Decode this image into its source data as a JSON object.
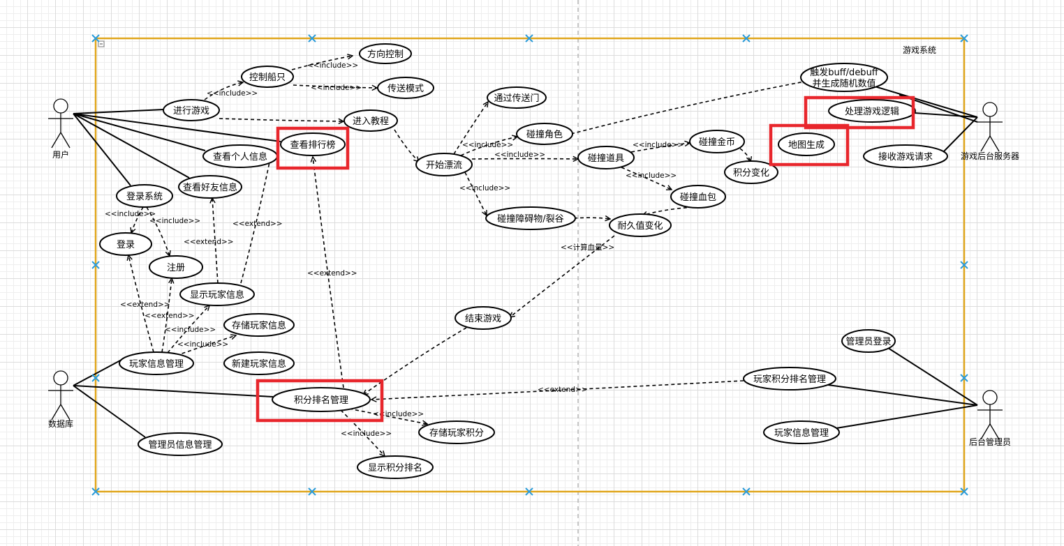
{
  "diagram": {
    "system_label": "游戏系统",
    "colors": {
      "boundary": "#e0a61c",
      "highlight": "#e8262c",
      "handle": "#2a9bd8"
    },
    "actors": [
      {
        "id": "user",
        "label": "用户"
      },
      {
        "id": "db",
        "label": "数据库"
      },
      {
        "id": "server",
        "label": "游戏后台服务器"
      },
      {
        "id": "admin",
        "label": "后台管理员"
      }
    ],
    "use_cases": [
      {
        "id": "play",
        "label": "进行游戏"
      },
      {
        "id": "ctrl_ship",
        "label": "控制船只"
      },
      {
        "id": "dir_ctrl",
        "label": "方向控制"
      },
      {
        "id": "teleport_mode",
        "label": "传送模式"
      },
      {
        "id": "tutorial",
        "label": "进入教程"
      },
      {
        "id": "rank_view",
        "label": "查看排行榜"
      },
      {
        "id": "profile",
        "label": "查看个人信息"
      },
      {
        "id": "friends",
        "label": "查看好友信息"
      },
      {
        "id": "login_sys",
        "label": "登录系统"
      },
      {
        "id": "login",
        "label": "登录"
      },
      {
        "id": "register",
        "label": "注册"
      },
      {
        "id": "show_player",
        "label": "显示玩家信息"
      },
      {
        "id": "store_player",
        "label": "存储玩家信息"
      },
      {
        "id": "new_player",
        "label": "新建玩家信息"
      },
      {
        "id": "player_mgmt",
        "label": "玩家信息管理"
      },
      {
        "id": "admin_mgmt",
        "label": "管理员信息管理"
      },
      {
        "id": "rank_mgmt",
        "label": "积分排名管理"
      },
      {
        "id": "store_score",
        "label": "存储玩家积分"
      },
      {
        "id": "show_rank",
        "label": "显示积分排名"
      },
      {
        "id": "end_game",
        "label": "结束游戏"
      },
      {
        "id": "rafting",
        "label": "开始漂流"
      },
      {
        "id": "portal",
        "label": "通过传送门"
      },
      {
        "id": "hit_char",
        "label": "碰撞角色"
      },
      {
        "id": "hit_item",
        "label": "碰撞道具"
      },
      {
        "id": "hit_obstacle",
        "label": "碰撞障碍物/裂谷"
      },
      {
        "id": "durability",
        "label": "耐久值变化"
      },
      {
        "id": "hit_coin",
        "label": "碰撞金币"
      },
      {
        "id": "score_change",
        "label": "积分变化"
      },
      {
        "id": "hit_health",
        "label": "碰撞血包"
      },
      {
        "id": "map_gen",
        "label": "地图生成"
      },
      {
        "id": "game_logic",
        "label": "处理游戏逻辑"
      },
      {
        "id": "buff",
        "label": "触发buff/debuff",
        "label2": "并生成随机数值"
      },
      {
        "id": "recv_req",
        "label": "接收游戏请求"
      },
      {
        "id": "admin_login",
        "label": "管理员登录"
      },
      {
        "id": "rank_mgmt_admin",
        "label": "玩家积分排名管理"
      },
      {
        "id": "player_mgmt_admin",
        "label": "玩家信息管理"
      }
    ],
    "relations": [
      {
        "from": "play",
        "to": "ctrl_ship",
        "label": "<<include>>"
      },
      {
        "from": "ctrl_ship",
        "to": "dir_ctrl",
        "label": "<<include>>"
      },
      {
        "from": "ctrl_ship",
        "to": "teleport_mode",
        "label": "<<include>>"
      },
      {
        "from": "play",
        "to": "tutorial",
        "label": ""
      },
      {
        "from": "tutorial",
        "to": "rafting",
        "label": ""
      },
      {
        "from": "rafting",
        "to": "portal",
        "label": ""
      },
      {
        "from": "rafting",
        "to": "hit_char",
        "label": "<<include>>"
      },
      {
        "from": "rafting",
        "to": "hit_item",
        "label": "<<include>>"
      },
      {
        "from": "rafting",
        "to": "hit_obstacle",
        "label": "<<include>>"
      },
      {
        "from": "hit_item",
        "to": "hit_coin",
        "label": "<<include>>"
      },
      {
        "from": "hit_item",
        "to": "hit_health",
        "label": "<<include>>"
      },
      {
        "from": "hit_coin",
        "to": "score_change",
        "label": ""
      },
      {
        "from": "hit_health",
        "to": "durability",
        "label": ""
      },
      {
        "from": "hit_obstacle",
        "to": "durability",
        "label": ""
      },
      {
        "from": "durability",
        "to": "end_game",
        "label": "<<计算血量>>"
      },
      {
        "from": "end_game",
        "to": "rank_mgmt",
        "label": ""
      },
      {
        "from": "rank_mgmt",
        "to": "rank_view",
        "label": "<<extend>>"
      },
      {
        "from": "rank_mgmt",
        "to": "store_score",
        "label": "<<include>>"
      },
      {
        "from": "rank_mgmt",
        "to": "show_rank",
        "label": "<<include>>"
      },
      {
        "from": "rank_mgmt_admin",
        "to": "rank_mgmt",
        "label": "<<extend>>"
      },
      {
        "from": "login_sys",
        "to": "login",
        "label": "<<include>>"
      },
      {
        "from": "login_sys",
        "to": "register",
        "label": "<<include>>"
      },
      {
        "from": "show_player",
        "to": "friends",
        "label": "<<extend>>"
      },
      {
        "from": "show_player",
        "to": "profile",
        "label": "<<extend>>"
      },
      {
        "from": "player_mgmt",
        "to": "login",
        "label": "<<extend>>"
      },
      {
        "from": "player_mgmt",
        "to": "register",
        "label": "<<extend>>"
      },
      {
        "from": "player_mgmt",
        "to": "show_player",
        "label": "<<include>>"
      },
      {
        "from": "player_mgmt",
        "to": "store_player",
        "label": "<<include>>"
      },
      {
        "from": "hit_char",
        "to": "buff",
        "label": ""
      }
    ]
  }
}
